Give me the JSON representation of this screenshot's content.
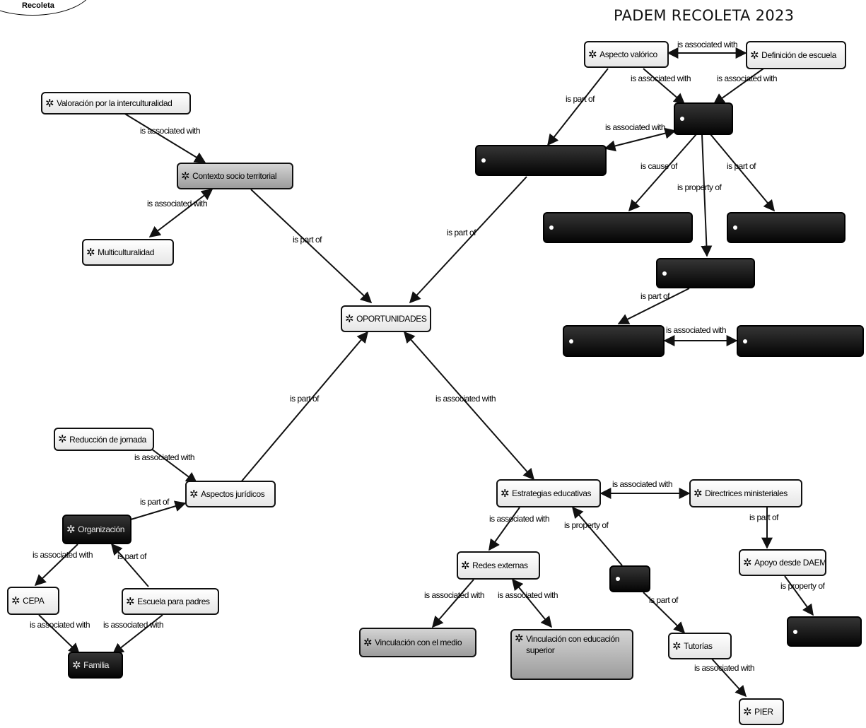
{
  "page": {
    "logo_text": "Recoleta",
    "title": "PADEM RECOLETA 2023"
  },
  "icons": {
    "concept": "gear-icon",
    "hidden": "dot-icon"
  },
  "nodes": {
    "oportunidades": "OPORTUNIDADES",
    "valoracion": "Valoración por la interculturalidad",
    "contexto": "Contexto socio territorial",
    "multiculturalidad": "Multiculturalidad",
    "aspecto_valorico": "Aspecto valórico",
    "definicion_escuela": "Definición de escuela",
    "dark_center": "",
    "dark_left": "",
    "dark_bl": "",
    "dark_br": "",
    "dark_mid": "",
    "dark_bottom_left": "",
    "dark_bottom_right": "",
    "reduccion": "Reducción de jornada",
    "aspectos_juridicos": "Aspectos jurídicos",
    "dark_small_left": "Organización",
    "cepa": "CEPA",
    "escuela_padres": "Escuela para padres",
    "familia": "Familia",
    "estrategias": "Estrategias educativas",
    "directrices": "Directrices ministeriales",
    "apoyo_daem": "Apoyo desde DAEM",
    "dark_br2": "",
    "redes": "Redes externas",
    "dark_small_mid": "",
    "vinculacion_medio": "Vinculación con el medio",
    "vinculacion_superior": "Vinculación con educación superior",
    "tutorias": "Tutorías",
    "pier": "PIER"
  },
  "edge_labels": {
    "valoracion_contexto": "is associated with",
    "contexto_multi": "is associated with",
    "contexto_oport": "is part of",
    "darkleft_oport": "is part of",
    "aspecto_definicion": "is associated with",
    "aspecto_center": "is associated with",
    "definicion_center": "is associated with",
    "aspecto_darkleft": "is part of",
    "center_darkleft": "is associated with",
    "center_bl": "is cause of",
    "center_mid": "is property of",
    "center_br": "is part of",
    "mid_bottomleft": "is part of",
    "bottomleft_bottomright": "is associated with",
    "aspectos_oport": "is part of",
    "oport_estrategias": "is associated with",
    "reduccion_aspectos": "is associated with",
    "org_aspectos": "is part of",
    "org_cepa": "is associated with",
    "escuela_org": "is part of",
    "cepa_familia": "is associated with",
    "escuela_familia": "is associated with",
    "estrategias_directrices": "is associated with",
    "estrategias_redes": "is associated with",
    "smallmid_estrategias": "is property of",
    "directrices_apoyo": "is part of",
    "apoyo_br2": "is property of",
    "redes_medio": "is associated with",
    "redes_superior": "is associated with",
    "smallmid_tutorias": "is part of",
    "tutorias_pier": "is associated with"
  }
}
